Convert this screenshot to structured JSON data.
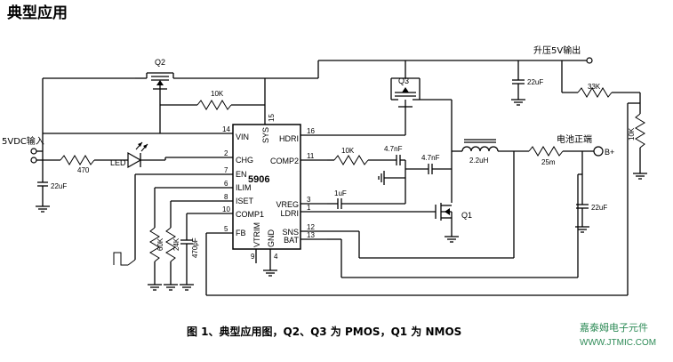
{
  "title": "典型应用",
  "caption": "图 1、典型应用图，Q2、Q3 为 PMOS，Q1 为 NMOS",
  "watermark": {
    "line1": "嘉泰姆电子元件",
    "line2": "WWW.JTMIC.COM",
    "color": "#2e8b57"
  },
  "nets": {
    "boost_out": "升压5V输出",
    "input": "5VDC输入",
    "battery_pos": "电池正端",
    "battery_terminal": "B+"
  },
  "ic": {
    "name": "5906",
    "left_pins": [
      {
        "num": "14",
        "name": "VIN"
      },
      {
        "num": "2",
        "name": "CHG"
      },
      {
        "num": "7",
        "name": "EN"
      },
      {
        "num": "6",
        "name": "ILIM"
      },
      {
        "num": "8",
        "name": "ISET"
      },
      {
        "num": "10",
        "name": "COMP1"
      },
      {
        "num": "5",
        "name": "FB"
      }
    ],
    "right_pins": [
      {
        "num": "16",
        "name": "HDRI"
      },
      {
        "num": "11",
        "name": "COMP2"
      },
      {
        "num": "3",
        "name": "VREG"
      },
      {
        "num": "1",
        "name": "LDRI"
      },
      {
        "num": "12",
        "name": "SNS"
      },
      {
        "num": "13",
        "name": "BAT"
      }
    ],
    "top_pin": {
      "num": "15",
      "name": "SYS"
    },
    "bottom_pins": [
      {
        "num": "9",
        "name": "VTRIM"
      },
      {
        "num": "4",
        "name": "GND"
      }
    ]
  },
  "components": {
    "q2": "Q2",
    "q3": "Q3",
    "q1": "Q1",
    "led": "LED",
    "r_top": "10K",
    "r_led": "470",
    "c_in": "22uF",
    "r_comp2": "10K",
    "c_comp2a": "4.7nF",
    "c_comp2b": "4.7nF",
    "c_vreg": "1uF",
    "inductor": "2.2uH",
    "r_sense": "25m",
    "c_bat": "22uF",
    "c_out": "22uF",
    "r_33k": "33K",
    "r_10k_out": "10K",
    "r_ilim": "60K",
    "r_iset": "24K",
    "c_comp1": "470pF"
  }
}
